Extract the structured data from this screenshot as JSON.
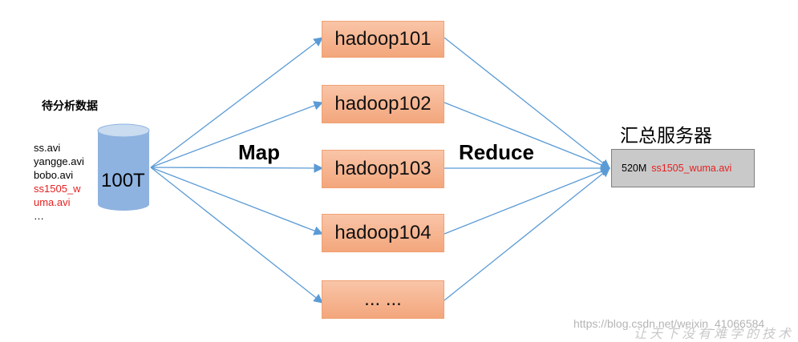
{
  "source": {
    "title": "待分析数据",
    "files": [
      {
        "text": "ss.avi",
        "color": "black"
      },
      {
        "text": "yangge.avi",
        "color": "black"
      },
      {
        "text": "bobo.avi",
        "color": "black"
      },
      {
        "text": "ss1505_w",
        "color": "red"
      },
      {
        "text": "uma.avi",
        "color": "red"
      },
      {
        "text": "…",
        "color": "black"
      }
    ],
    "storage_label": "100T"
  },
  "phases": {
    "map": "Map",
    "reduce": "Reduce"
  },
  "nodes": [
    {
      "label": "hadoop101"
    },
    {
      "label": "hadoop102"
    },
    {
      "label": "hadoop103"
    },
    {
      "label": "hadoop104"
    },
    {
      "label": "... ..."
    }
  ],
  "server": {
    "title": "汇总服务器",
    "size": "520M",
    "file": "ss1505_wuma.avi"
  },
  "watermark": {
    "url": "https://blog.csdn.net/weixin_41066584",
    "stamp": "让天下没有难学的技术"
  },
  "colors": {
    "node_fill": "#f4a97f",
    "node_border": "#f0a173",
    "cylinder_top": "#c9dcf0",
    "cylinder_body": "#8fb3e0",
    "server_fill": "#c9c9c9",
    "arrow": "#5b9bd5",
    "highlight_text": "#e52020"
  }
}
